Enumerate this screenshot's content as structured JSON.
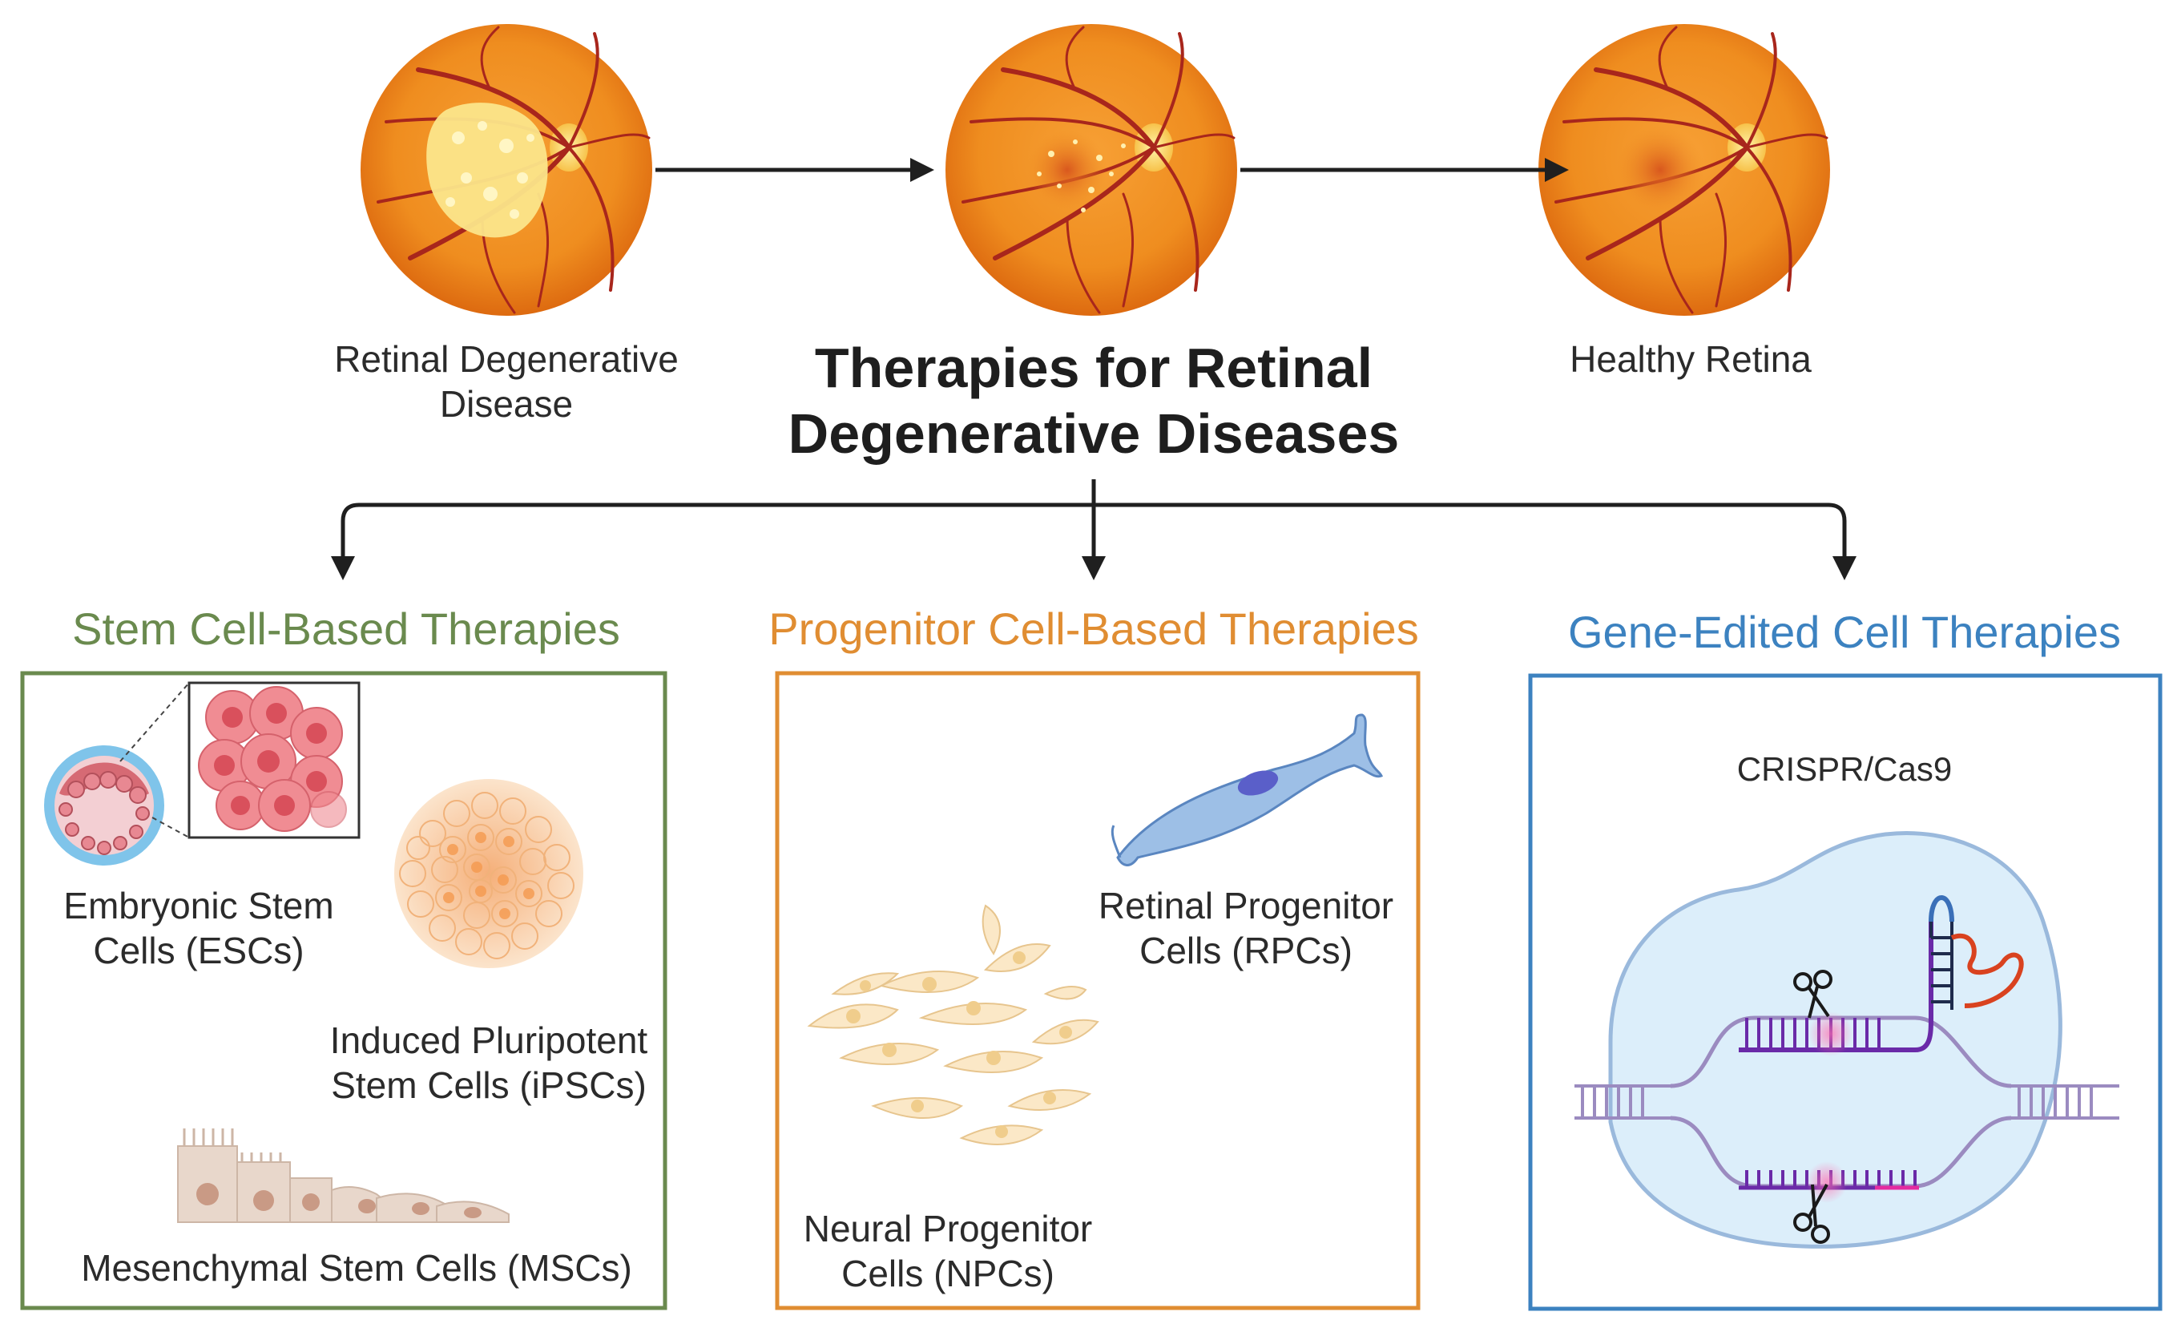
{
  "title_lines": [
    "Therapies for Retinal",
    "Degenerative Diseases"
  ],
  "retinas": [
    {
      "label_lines": [
        "Retinal Degenerative",
        "Disease"
      ]
    },
    {
      "label_lines": []
    },
    {
      "label_lines": [
        "Healthy Retina"
      ]
    }
  ],
  "sections": [
    {
      "title": "Stem Cell-Based Therapies",
      "color": "#6a8a4e",
      "items": [
        {
          "label_lines": [
            "Embryonic Stem",
            "Cells (ESCs)"
          ]
        },
        {
          "label_lines": [
            "Induced Pluripotent",
            "Stem Cells (iPSCs)"
          ]
        },
        {
          "label_lines": [
            "Mesenchymal Stem Cells (MSCs)"
          ]
        }
      ]
    },
    {
      "title": "Progenitor Cell-Based Therapies",
      "color": "#e08d32",
      "items": [
        {
          "label_lines": [
            "Retinal Progenitor",
            "Cells (RPCs)"
          ]
        },
        {
          "label_lines": [
            "Neural Progenitor",
            "Cells (NPCs)"
          ]
        }
      ]
    },
    {
      "title": "Gene-Edited Cell Therapies",
      "color": "#3c82c0",
      "items": [
        {
          "label_lines": [
            "CRISPR/Cas9"
          ]
        }
      ]
    }
  ],
  "icons": {
    "retina": "retina-fundus-icon",
    "blastocyst": "blastocyst-icon",
    "cell_cluster": "cell-cluster-icon",
    "ipsc": "ipsc-colony-icon",
    "msc": "msc-cells-icon",
    "rpc": "retinal-progenitor-cell-icon",
    "npc": "neural-progenitor-cells-icon",
    "crispr": "crispr-cas9-icon",
    "scissors": "scissors-icon"
  }
}
